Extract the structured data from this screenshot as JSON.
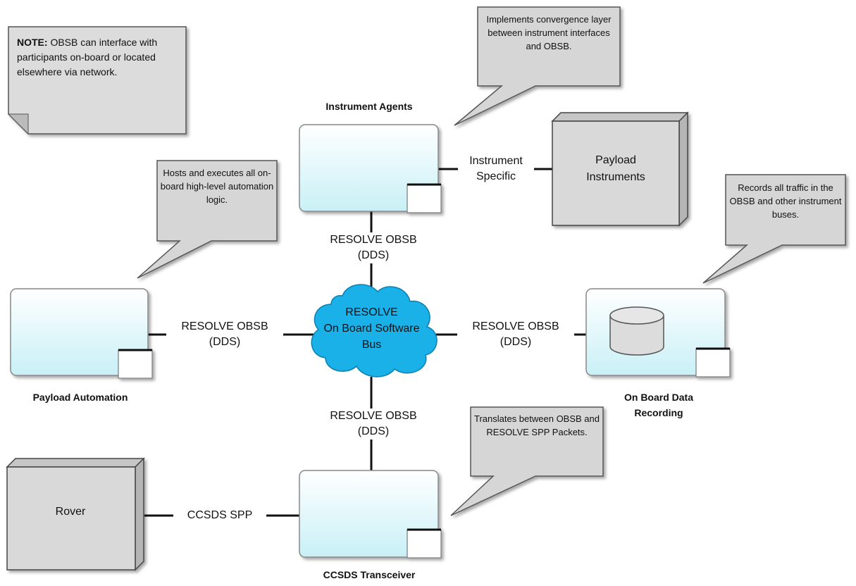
{
  "note": {
    "prefix": "NOTE:",
    "text": "OBSB can interface with participants on-board or located elsewhere via network."
  },
  "callouts": {
    "instrument_agents": "Implements convergence layer between instrument interfaces and OBSB.",
    "payload_automation": "Hosts and executes all on-board high-level automation logic.",
    "data_recording": "Records all traffic in the OBSB and other instrument buses.",
    "transceiver": "Translates between OBSB and RESOLVE SPP Packets."
  },
  "nodes": {
    "instrument_agents": "Instrument Agents",
    "payload_automation": "Payload Automation",
    "data_recording": "On Board Data Recording",
    "transceiver": "CCSDS Transceiver",
    "payload_instruments": "Payload Instruments",
    "rover": "Rover"
  },
  "bus": {
    "line1": "RESOLVE",
    "line2": "On Board Software",
    "line3": "Bus"
  },
  "links": {
    "obsb_line1": "RESOLVE OBSB",
    "obsb_line2": "(DDS)",
    "instrument_line1": "Instrument",
    "instrument_line2": "Specific",
    "ccsds": "CCSDS SPP"
  },
  "colors": {
    "cloud": "#1ab0e8",
    "component_gradient_top": "#ffffff",
    "component_gradient_bottom": "#ccf2f7",
    "node_gray": "#d9d9d9",
    "callout_gray": "#d4d4d4"
  }
}
